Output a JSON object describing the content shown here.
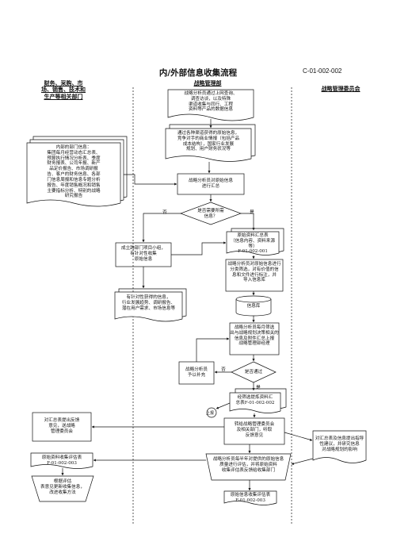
{
  "title": "内/外部信息收集流程",
  "doc_code": "C-01-002-002",
  "lanes": {
    "left": "财务、采购、市\n场、销售、技术和\n生产等相关部门",
    "middle": "战略管理部",
    "right": "战略管理委员会"
  },
  "nodes": {
    "n1": "战略分析员通过上网查询、\n调查访谈，以及特殊\n渠道收集与同行、工程\n资料等产品的数据信息",
    "n2": "通过各种渠道获得的原始信息，\n竞争对手的商业情报（包括产品\n成本结构），国家行业发展\n规划、用户财务状况等",
    "n3": "内部的部门信息：\n集团每月经营动态汇总表、\n预算执行情况分析表、季度\n财务报表、公司年报、新产\n品定价报告、市场调研报\n告、客户的财务信息、各部\n门信息周报和信息专题分析\n报告、年度销售概况和销售\n主要指标分析、特别的战略\n研究报告",
    "n4": "战略分析员对原始信息\n进行汇总",
    "n5": "是否需要所需\n信息？",
    "n6": "成立跨部门项目小组，\n有针对性收集\n原始信息",
    "n7": "原始资料汇总表\n（信息内容、资料来源等）\nF-01-002-001",
    "n8": "战略分析员对原始信息进行\n分类筛选，对有价值的信\n息和文件进行标注，并\n导入信息库",
    "n9": "有针对性获得的信息，\n行业发展趋势、调研报告、\n潜在用户需求、市场信息等",
    "n10": "信息库",
    "n11": "战略分析员每月筛选\n出与战略规划决策相关的\n信息及附件汇总上报\n战略管理部经理",
    "n12": "战略分析员\n予以补充",
    "n13": "是否通过",
    "n14": "经筛选提炼资料汇\n总表F-01-002-002",
    "n15": "对汇总表提出反馈\n意见，送战略\n管理委员会",
    "n16": "转给战略管理委员会\n及相关部门，听取\n反馈意见",
    "n17": "对汇总表及信息提出指导\n性建议，并研究信息\n对战略规划的影响",
    "n18": "原始资料收集评估表\nF-01-002-003",
    "n19": "战略分析员每半年对提供的原始信息\n质量进行评估，并将原始资料\n收集评估表反馈给收集部门",
    "n20": "根据评估\n表意见更新收集信息，\n改进收集方法",
    "n21": "原始信息收集评估表\nF-01-002-003"
  },
  "labels": {
    "no1": "否",
    "yes1": "是",
    "no2": "否",
    "yes2": "是",
    "submit": "上报"
  }
}
